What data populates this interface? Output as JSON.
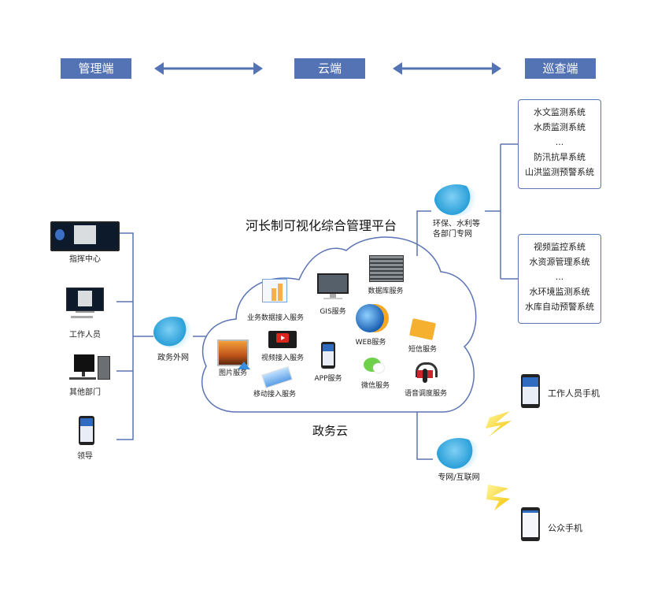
{
  "header": {
    "left": "管理端",
    "center": "云端",
    "right": "巡查端"
  },
  "colors": {
    "accent": "#5473b5",
    "line": "#5b74b3"
  },
  "left_clients": [
    {
      "label": "指挥中心",
      "icon": "command-center-screen-icon"
    },
    {
      "label": "工作人员",
      "icon": "desktop-monitor-icon"
    },
    {
      "label": "其他部门",
      "icon": "pc-tower-icon"
    },
    {
      "label": "领导",
      "icon": "smartphone-icon"
    }
  ],
  "networks": {
    "gov_external": "政务外网",
    "dept_private_line1": "环保、水利等",
    "dept_private_line2": "各部门专网",
    "private_internet": "专网/互联网"
  },
  "platform": {
    "title": "河长制可视化综合管理平台",
    "cloud_label": "政务云",
    "services": [
      {
        "label": "业务数据接入服务",
        "icon": "chart-laptop-icon"
      },
      {
        "label": "GIS服务",
        "icon": "gis-monitor-icon"
      },
      {
        "label": "数据库服务",
        "icon": "server-rack-icon"
      },
      {
        "label": "WEB服务",
        "icon": "web-globe-icon"
      },
      {
        "label": "短信服务",
        "icon": "envelope-icon"
      },
      {
        "label": "图片服务",
        "icon": "picture-upload-icon"
      },
      {
        "label": "视频接入服务",
        "icon": "video-play-icon"
      },
      {
        "label": "移动接入服务",
        "icon": "mobile-tablet-icon"
      },
      {
        "label": "APP服务",
        "icon": "app-phone-icon"
      },
      {
        "label": "微信服务",
        "icon": "wechat-icon"
      },
      {
        "label": "语音调度服务",
        "icon": "headset-mic-icon"
      }
    ]
  },
  "systems_top": [
    "水文监测系统",
    "水质监测系统",
    "...",
    "防汛抗旱系统",
    "山洪监测预警系统"
  ],
  "systems_bottom": [
    "视频监控系统",
    "水资源管理系统",
    "...",
    "水环境监测系统",
    "水库自动预警系统"
  ],
  "mobile_clients": [
    {
      "label": "工作人员手机",
      "icon": "smartphone-icon"
    },
    {
      "label": "公众手机",
      "icon": "smartphone-icon"
    }
  ]
}
